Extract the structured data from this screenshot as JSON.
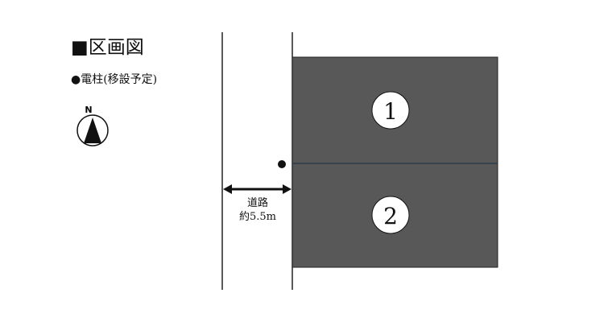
{
  "title": "■区画図",
  "legend_pole": "●電柱(移設予定)",
  "compass_label": "N",
  "road_label_1": "道路",
  "road_label_2": "約5.5m",
  "lots": [
    {
      "label": "1"
    },
    {
      "label": "2"
    }
  ],
  "colors": {
    "lot_fill": "#585858",
    "line": "#222222"
  }
}
